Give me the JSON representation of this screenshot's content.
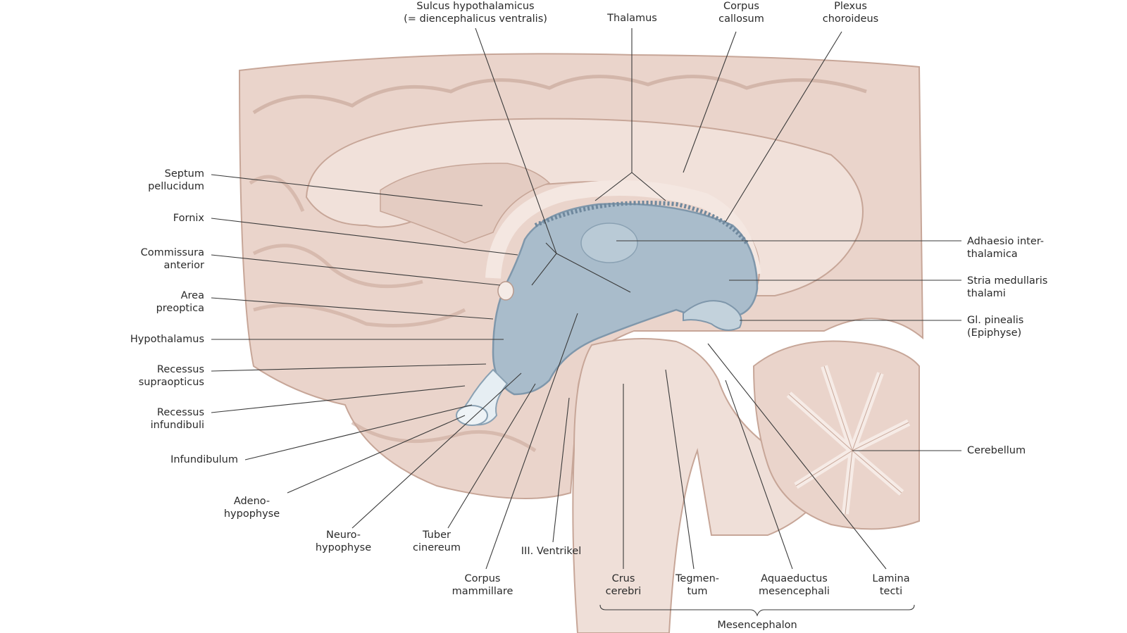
{
  "labels": {
    "sulcus": [
      "Sulcus hypothalamicus",
      "(= diencephalicus ventralis)"
    ],
    "thalamus": [
      "Thalamus"
    ],
    "corpus_callosum": [
      "Corpus",
      "callosum"
    ],
    "plexus": [
      "Plexus",
      "choroideus"
    ],
    "septum": [
      "Septum",
      "pellucidum"
    ],
    "fornix": [
      "Fornix"
    ],
    "commissura": [
      "Commissura",
      "anterior"
    ],
    "area_preoptica": [
      "Area",
      "preoptica"
    ],
    "hypothalamus": [
      "Hypothalamus"
    ],
    "rec_supraopticus": [
      "Recessus",
      "supraopticus"
    ],
    "rec_infundibuli": [
      "Recessus",
      "infundibuli"
    ],
    "infundibulum": [
      "Infundibulum"
    ],
    "adenohypophyse": [
      "Adeno-",
      "hypophyse"
    ],
    "neurohypophyse": [
      "Neuro-",
      "hypophyse"
    ],
    "tuber": [
      "Tuber",
      "cinereum"
    ],
    "ventrikel": [
      "III. Ventrikel"
    ],
    "corpus_mammillare": [
      "Corpus",
      "mammillare"
    ],
    "crus": [
      "Crus",
      "cerebri"
    ],
    "tegmentum": [
      "Tegmen-",
      "tum"
    ],
    "aquaeductus": [
      "Aquaeductus",
      "mesencephali"
    ],
    "lamina": [
      "Lamina",
      "tecti"
    ],
    "mesencephalon": [
      "Mesencephalon"
    ],
    "adhaesio": [
      "Adhaesio inter-",
      "thalamica"
    ],
    "stria": [
      "Stria medullaris",
      "thalami"
    ],
    "pinealis": [
      "Gl. pinealis",
      "(Epiphyse)"
    ],
    "cerebellum": [
      "Cerebellum"
    ]
  },
  "colors": {
    "brain": "#e9d3cb",
    "brain_shadow": "#c9a99d",
    "ventricle": "#a9bccb",
    "ventricle_dark": "#7f97ab",
    "background": "#ffffff"
  }
}
